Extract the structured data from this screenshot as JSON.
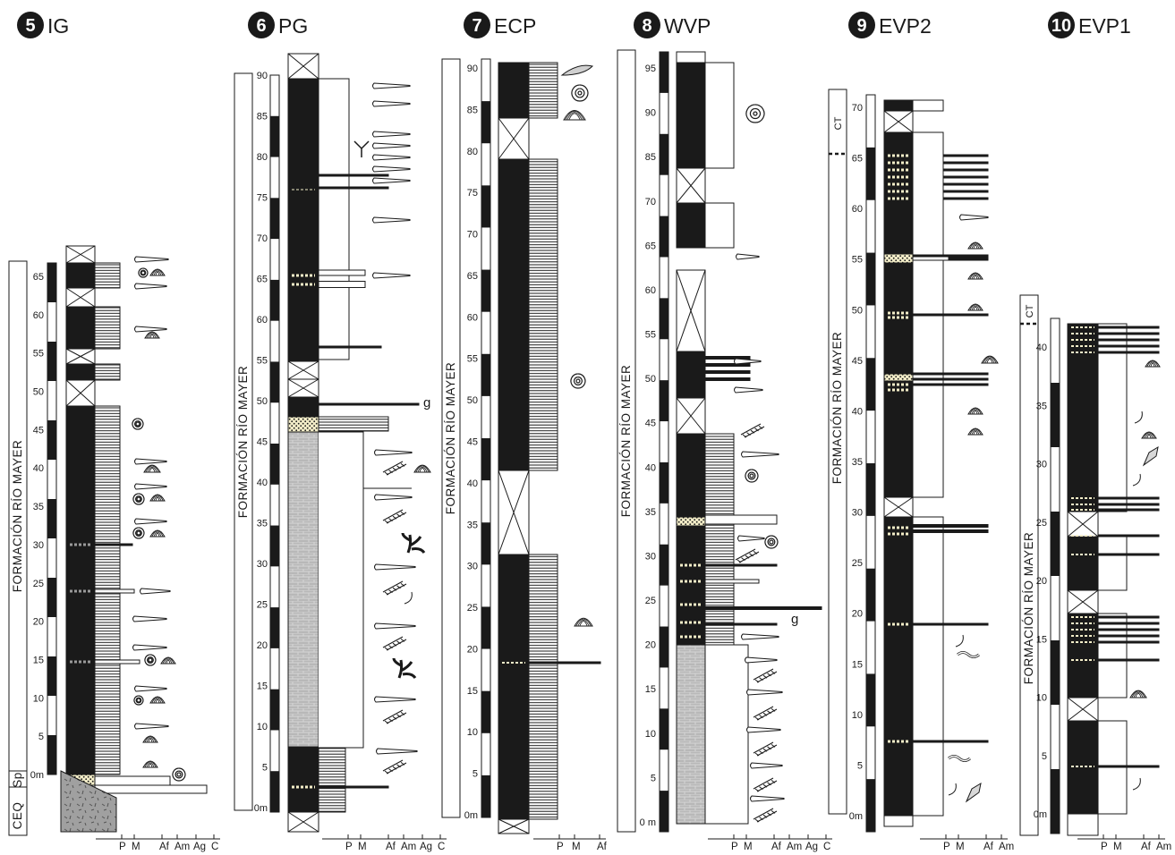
{
  "formation_label": "FORMACIÓN RÍO MAYER",
  "sections": [
    {
      "id": "5",
      "name": "IG",
      "ticks": [
        "65",
        "60",
        "55",
        "50",
        "45",
        "40",
        "35",
        "30",
        "25",
        "20",
        "15",
        "10",
        "5",
        "0m"
      ],
      "legend": [
        "P",
        "M",
        "Af",
        "Am",
        "Ag",
        "C"
      ],
      "units": [
        "Sp",
        "CEQ"
      ]
    },
    {
      "id": "6",
      "name": "PG",
      "ticks": [
        "90",
        "85",
        "80",
        "75",
        "70",
        "65",
        "60",
        "55",
        "50",
        "45",
        "40",
        "35",
        "30",
        "25",
        "20",
        "15",
        "10",
        "5",
        "0m"
      ],
      "legend": [
        "P",
        "M",
        "Af",
        "Am",
        "Ag",
        "C"
      ],
      "marker": "g"
    },
    {
      "id": "7",
      "name": "ECP",
      "ticks": [
        "90",
        "85",
        "80",
        "75",
        "70",
        "65",
        "60",
        "55",
        "50",
        "45",
        "40",
        "35",
        "30",
        "25",
        "20",
        "15",
        "10",
        "5",
        "0m"
      ],
      "legend": [
        "P",
        "M",
        "Af"
      ]
    },
    {
      "id": "8",
      "name": "WVP",
      "ticks": [
        "95",
        "90",
        "85",
        "70",
        "65",
        "60",
        "55",
        "50",
        "45",
        "40",
        "35",
        "30",
        "25",
        "20",
        "15",
        "10",
        "5",
        "0 m"
      ],
      "legend": [
        "P",
        "M",
        "Af",
        "Am",
        "Ag",
        "C"
      ],
      "marker": "g"
    },
    {
      "id": "9",
      "name": "EVP2",
      "ticks": [
        "70",
        "65",
        "60",
        "55",
        "50",
        "45",
        "40",
        "35",
        "30",
        "25",
        "20",
        "15",
        "10",
        "5",
        "0m"
      ],
      "legend": [
        "P",
        "M",
        "Af",
        "Am"
      ],
      "unit_top": "CT"
    },
    {
      "id": "10",
      "name": "EVP1",
      "ticks": [
        "40",
        "35",
        "30",
        "25",
        "20",
        "15",
        "10",
        "5",
        "0m"
      ],
      "legend": [
        "P",
        "M",
        "Af",
        "Am"
      ],
      "unit_top": "CT"
    }
  ],
  "colors": {
    "mudstone": "#1a1a1a",
    "sandstone": "#f3edc8",
    "limestone": "#b4b4b4",
    "basement": "#a0a0a0"
  }
}
